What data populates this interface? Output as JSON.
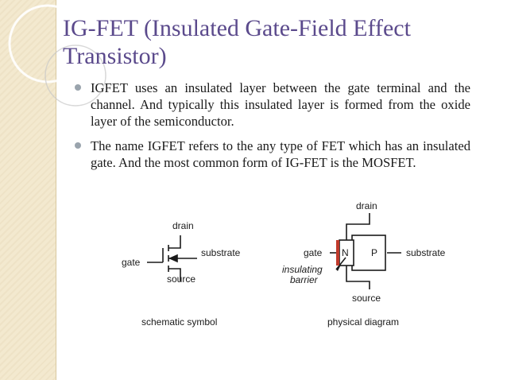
{
  "slide": {
    "title": "IG-FET (Insulated Gate-Field Effect Transistor)",
    "bullets": [
      "IGFET uses an insulated layer between the gate terminal and the channel. And typically this insulated layer is formed from the oxide layer of the semiconductor.",
      "The name IGFET refers to the any type of FET which has an insulated gate. And the most common form of IG-FET is the MOSFET."
    ]
  },
  "figure": {
    "symbol": {
      "drain": "drain",
      "gate": "gate",
      "substrate": "substrate",
      "source": "source",
      "caption": "schematic symbol"
    },
    "physical": {
      "drain": "drain",
      "gate": "gate",
      "n": "N",
      "p": "P",
      "substrate": "substrate",
      "insulating": "insulating",
      "barrier": "barrier",
      "source": "source",
      "caption": "physical diagram"
    }
  },
  "colors": {
    "title": "#5b4a8c",
    "sidebar": "#f3e9cf",
    "barrier": "#c0392b"
  }
}
